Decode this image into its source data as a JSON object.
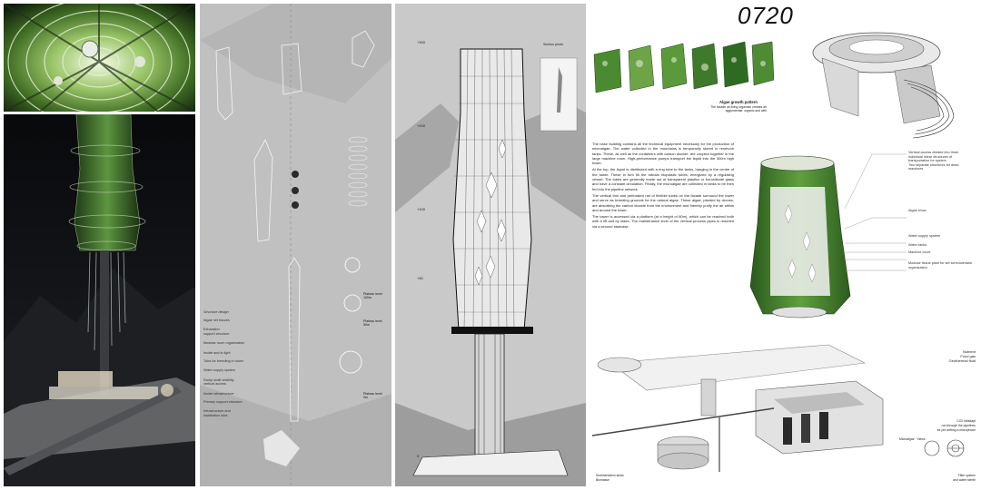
{
  "board_title": "0720",
  "algae_caption": {
    "title": "Algae growth pattern",
    "text": "The facade as living organism creates an agglomerate, organic and with"
  },
  "description_paragraphs": [
    "The base building contains all the technical equipment necessary for the production of microalgae. The water collected in the mountains is temporarily stored in reservoir tanks. These, as well as the containers with carbon dioxide, are coupled together in the large machine room. High-performance pumps transport the liquid into the 300m high tower.",
    "At the top, the liquid is distributed with a ring tube to the tanks, hanging in the centre of the tower. These in turn fill the tubular bioplastic tubes, energized by a regulating vessel. The tubes are generally made out of transparent plastics or borosilicate glass and have a constant circulation. Finally, the microalgae are collected in tanks to be then fed into the pipeline network.",
    "The vertical thin and perforated net of flexible tubes on the facade surround the tower and serve as breeding grounds for the natural algae. These algae, planted by drones, are absorbing the carbon dioxide from the environment and thereby purify the air within and around the tower.",
    "The tower is accessed via a platform (at a height of 80m), which can be reached both with a lift and by stairs. The maintenance level of the vertical process pipes is reached via a second staircase."
  ],
  "right_legend": [
    "Vertical access divided into three individual linear structures of transportation for system\nTwo separate structures for dead machines",
    "Algae show",
    "Water supply system",
    "Water tanks",
    "Machine cover",
    "Modular tissue plant for set schedule/tank organization"
  ],
  "base_labels": {
    "nutrient": "Nutrient\nFood gas\nGeothermal fluid",
    "co2": "CO2 kit/adapt\nrun through the pipelines\nfor pre-setting a microphone",
    "microalgae": "Microalgae · Views",
    "sedimentation": "Sedimentation tanks\nBiomasse",
    "filter": "Filter system\nand water sterile"
  },
  "mid_legend_groups": [
    {
      "head": "Structure design",
      "items": [
        "Algae net tissues",
        "Exhalation\nsupport structure",
        "Modular room organization"
      ]
    },
    {
      "head": "Inside and in light",
      "items": [
        "Tubs for breeding in tower",
        "Water supply system",
        "Ramp shaft visibility\nvertical access"
      ]
    },
    {
      "head": "Inside infrastructure",
      "items": [
        "Primary support structure",
        "Infrastructure and\nInstallation tube"
      ]
    }
  ],
  "floor_labels": [
    "Plateau level\n100m",
    "Plateau level\n50m",
    "Plateau level\n0m"
  ],
  "section_header": "Section photo",
  "axis_labels": [
    "+300",
    "+200",
    "+100",
    "+50",
    "0"
  ],
  "colors": {
    "green": "#3f7a2a",
    "dark": "#0c0d10",
    "concrete": "#c9c9c9",
    "sketch_bg": "#b9b9b9"
  }
}
